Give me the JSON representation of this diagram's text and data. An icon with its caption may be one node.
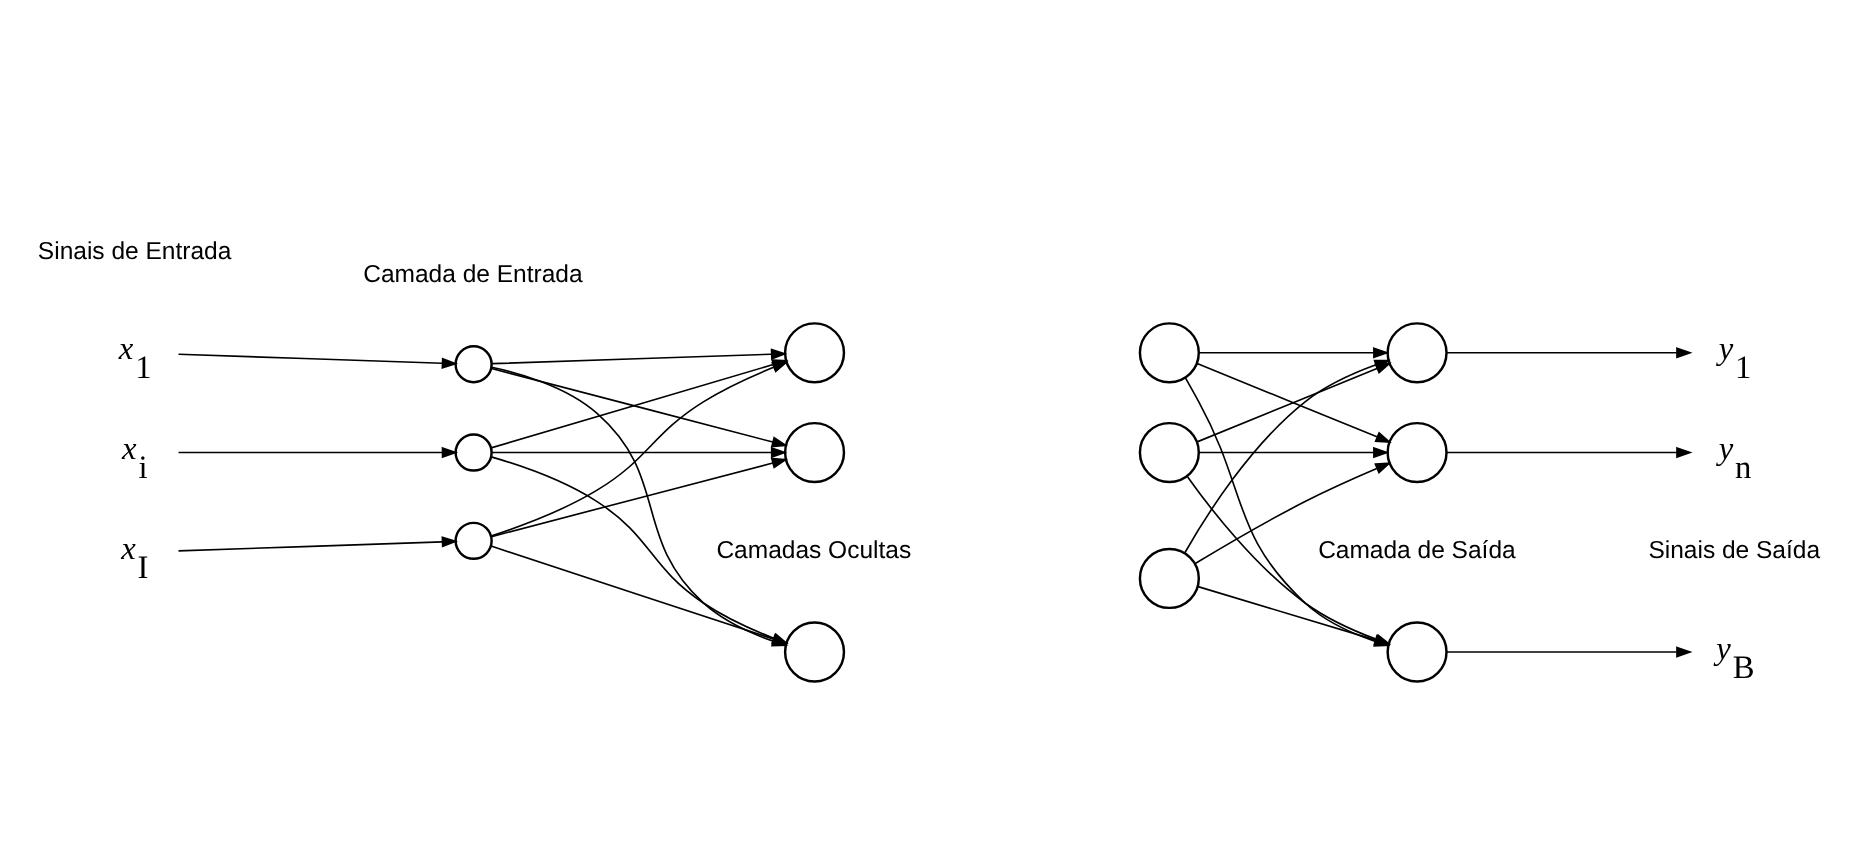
{
  "diagram": {
    "nodes": [
      {
        "text": [
          "*x*$_{1}$"
        ]
      },
      {
        "text": [
          "*x*$_{i}$"
        ]
      },
      {
        "text": [
          "*x*$_{I}$"
        ]
      },
      {
        "text": [],
        "shape": "circle"
      },
      {
        "text": [],
        "shape": "circle"
      },
      {
        "text": [],
        "shape": "circle"
      },
      {
        "text": [],
        "shape": "circle"
      },
      {
        "text": [],
        "shape": "circle"
      },
      {
        "text": [],
        "shape": "circle"
      },
      {
        "text": [],
        "shape": "circle"
      },
      {
        "text": [],
        "shape": "circle"
      },
      {
        "text": [],
        "shape": "circle"
      },
      {
        "text": [],
        "shape": "circle"
      },
      {
        "text": [],
        "shape": "circle"
      },
      {
        "text": [],
        "shape": "circle"
      },
      {
        "text": [
          "*y*$_{1}$"
        ]
      },
      {
        "text": [
          "*y*$_{n}$"
        ]
      },
      {
        "text": [
          "*y*$_{B}$"
        ]
      }
    ],
    "edges": [
      {
        "from": 0,
        "to": 3,
        "arrow": "to"
      },
      {
        "from": 1,
        "to": 4,
        "arrow": "to"
      },
      {
        "from": 2,
        "to": 5,
        "arrow": "to"
      },
      {
        "from": 3,
        "to": 6,
        "arrow": "to"
      },
      {
        "from": 3,
        "to": 7,
        "arrow": "to"
      },
      {
        "from": 3,
        "to": 8,
        "arrow": "to"
      },
      {
        "from": 4,
        "to": 6,
        "arrow": "to"
      },
      {
        "from": 4,
        "to": 7,
        "arrow": "to"
      },
      {
        "from": 4,
        "to": 8,
        "arrow": "to"
      },
      {
        "from": 5,
        "to": 6,
        "arrow": "to"
      },
      {
        "from": 5,
        "to": 7,
        "arrow": "to"
      },
      {
        "from": 5,
        "to": 8,
        "arrow": "to"
      },
      {
        "from": 9,
        "to": 12,
        "arrow": "to"
      },
      {
        "from": 9,
        "to": 13,
        "arrow": "to"
      },
      {
        "from": 9,
        "to": 14,
        "arrow": "to"
      },
      {
        "from": 10,
        "to": 12,
        "arrow": "to"
      },
      {
        "from": 10,
        "to": 13,
        "arrow": "to"
      },
      {
        "from": 10,
        "to": 14,
        "arrow": "to"
      },
      {
        "from": 11,
        "to": 12,
        "arrow": "to"
      },
      {
        "from": 11,
        "to": 13,
        "arrow": "to"
      },
      {
        "from": 11,
        "to": 14,
        "arrow": "to"
      },
      {
        "from": 12,
        "to": 15,
        "arrow": "to"
      },
      {
        "from": 13,
        "to": 16,
        "arrow": "to"
      },
      {
        "from": 14,
        "to": 17,
        "arrow": "to"
      }
    ],
    "labels": [
      "Sinais de Entrada",
      "Camada de Entrada",
      "Camadas Ocultas",
      "Camada de Saída",
      "Sinais de Saída"
    ]
  }
}
